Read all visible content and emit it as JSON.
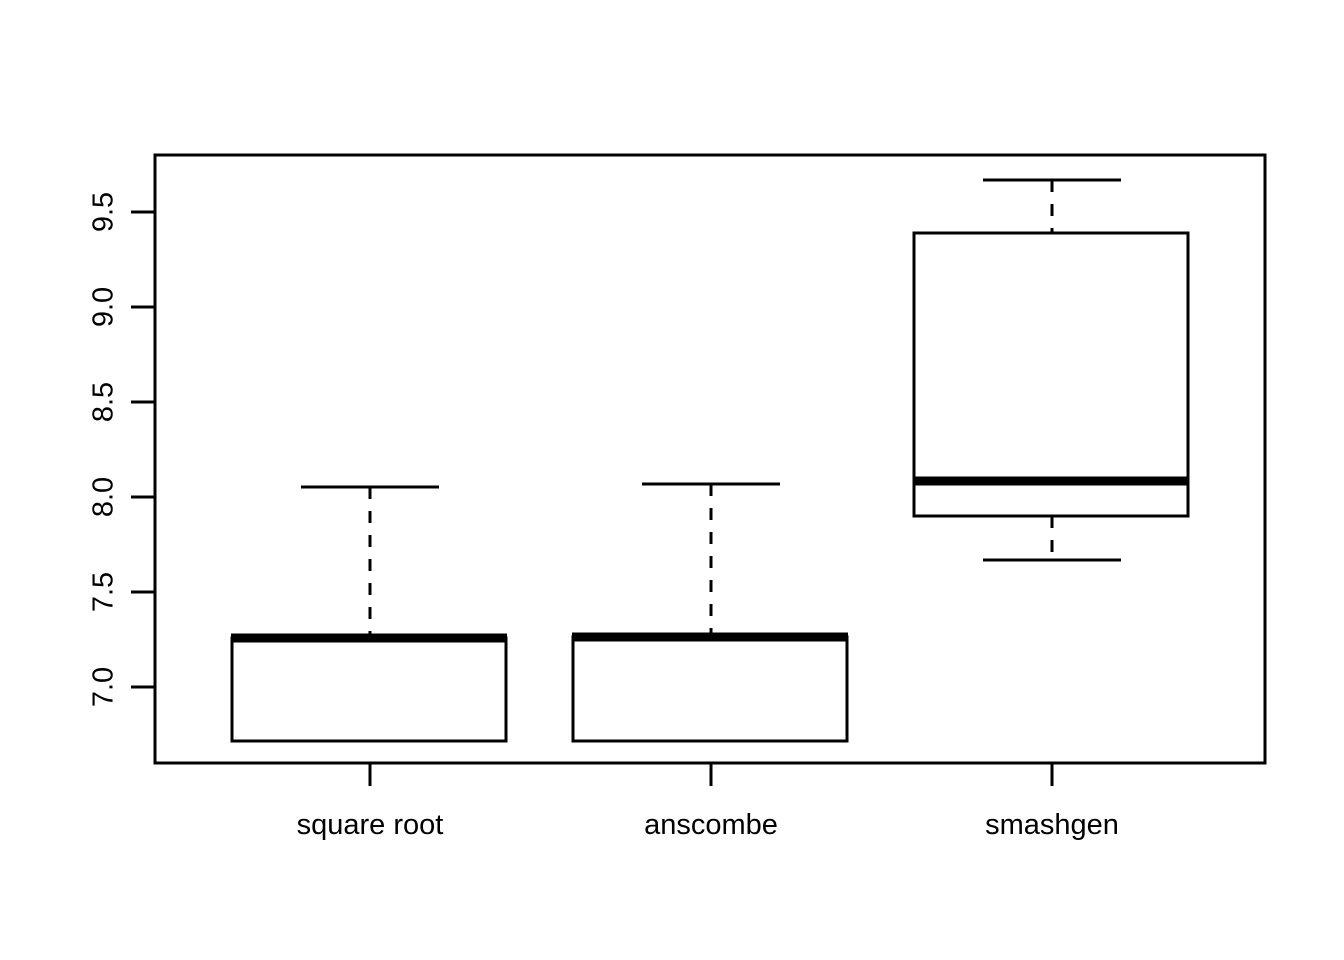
{
  "chart_data": {
    "type": "box",
    "title": "",
    "xlabel": "",
    "ylabel": "",
    "categories": [
      "square root",
      "anscombe",
      "smashgen"
    ],
    "ylim": [
      6.62,
      9.78
    ],
    "y_ticks": [
      7.0,
      7.5,
      8.0,
      8.5,
      9.0,
      9.5
    ],
    "y_tick_labels": [
      "7.0",
      "7.5",
      "8.0",
      "8.5",
      "9.0",
      "9.5"
    ],
    "grid": false,
    "legend": "none",
    "y_axis_label_rotation": "90",
    "boxes": [
      {
        "name": "square root",
        "lower_whisker": 6.72,
        "q1": 6.72,
        "median": 7.26,
        "q3": 7.26,
        "upper_whisker": 8.05,
        "outliers": []
      },
      {
        "name": "anscombe",
        "lower_whisker": 6.72,
        "q1": 6.72,
        "median": 7.26,
        "q3": 7.27,
        "upper_whisker": 8.07,
        "outliers": []
      },
      {
        "name": "smashgen",
        "lower_whisker": 7.67,
        "q1": 7.91,
        "median": 8.08,
        "q3": 9.39,
        "upper_whisker": 9.67,
        "outliers": []
      }
    ],
    "style": {
      "box_fill": "#ffffff",
      "box_stroke": "#000000",
      "median_color": "#000000",
      "whisker_style": "dashed",
      "frame_color": "#000000",
      "background": "#ffffff"
    }
  },
  "axis": {
    "y_tick_0": "7.0",
    "y_tick_1": "7.5",
    "y_tick_2": "8.0",
    "y_tick_3": "8.5",
    "y_tick_4": "9.0",
    "y_tick_5": "9.5"
  },
  "x_labels": {
    "cat_0": "square root",
    "cat_1": "anscombe",
    "cat_2": "smashgen"
  }
}
